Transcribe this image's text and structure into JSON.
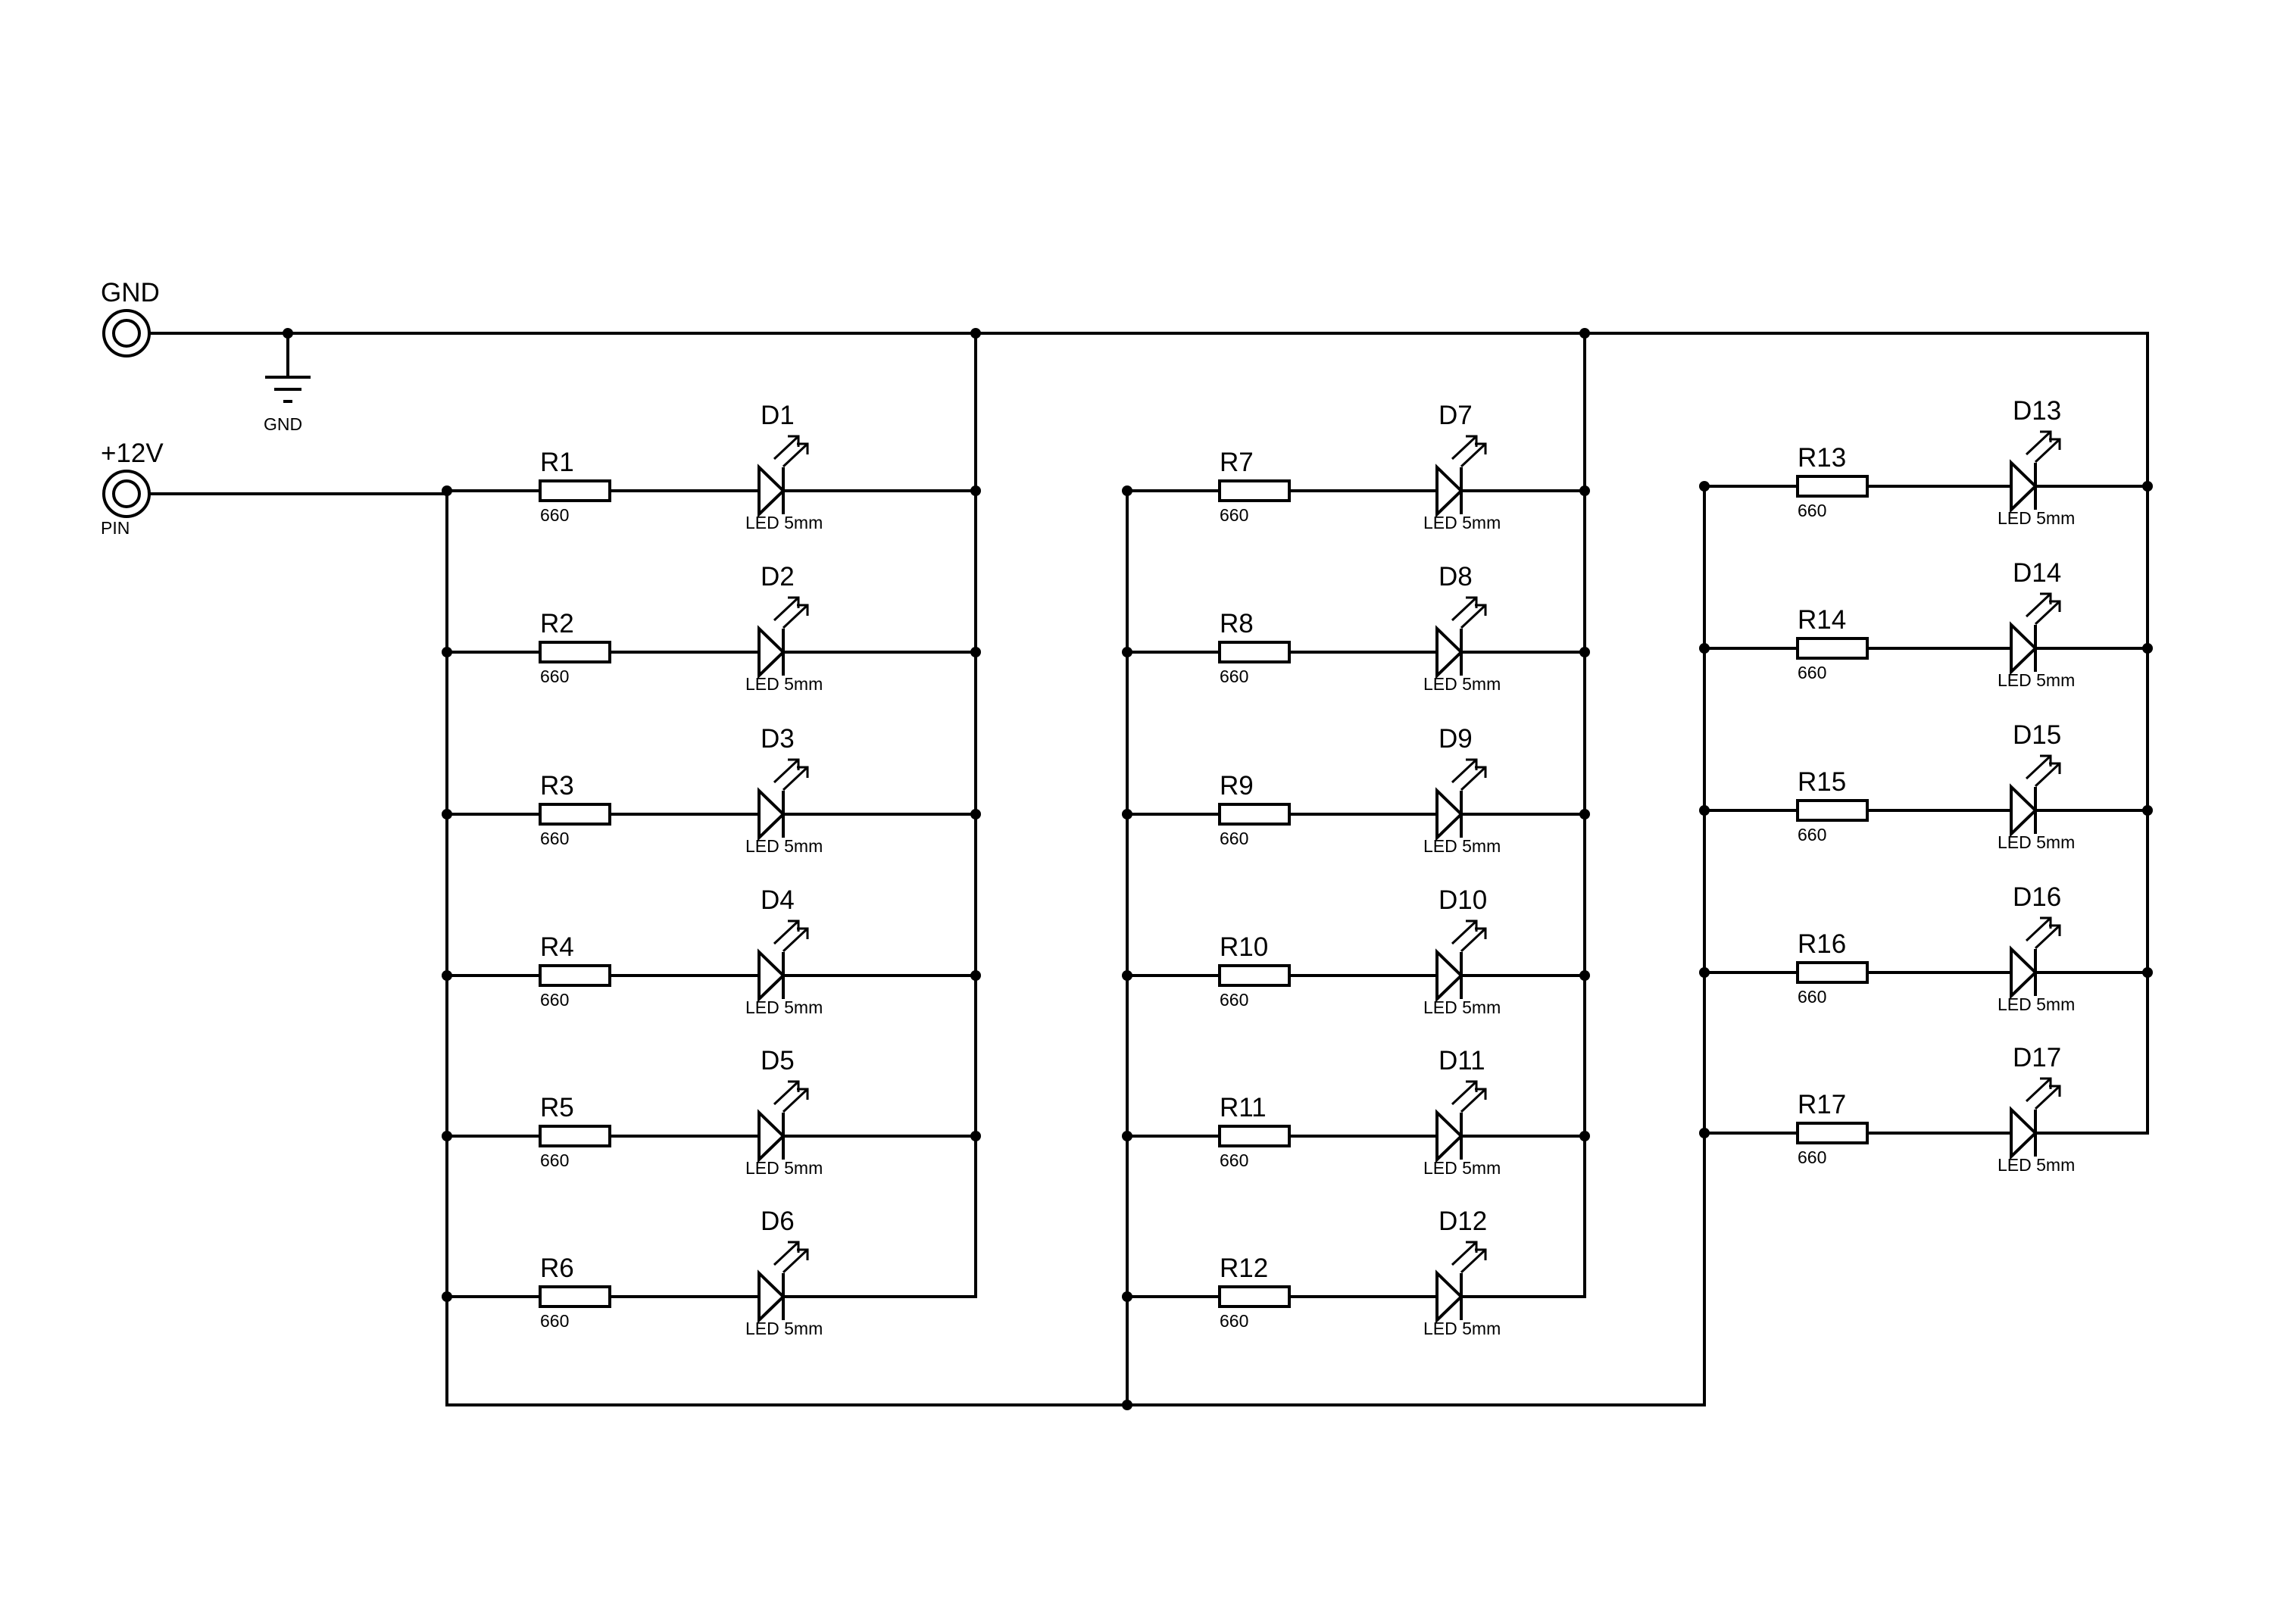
{
  "connectors": {
    "gnd": {
      "name": "GND"
    },
    "power": {
      "name": "+12V",
      "type": "PIN"
    }
  },
  "ground_symbol": {
    "label": "GND"
  },
  "components": [
    {
      "resistor": "R1",
      "r_value": "660",
      "led": "D1",
      "led_value": "LED 5mm"
    },
    {
      "resistor": "R2",
      "r_value": "660",
      "led": "D2",
      "led_value": "LED 5mm"
    },
    {
      "resistor": "R3",
      "r_value": "660",
      "led": "D3",
      "led_value": "LED 5mm"
    },
    {
      "resistor": "R4",
      "r_value": "660",
      "led": "D4",
      "led_value": "LED 5mm"
    },
    {
      "resistor": "R5",
      "r_value": "660",
      "led": "D5",
      "led_value": "LED 5mm"
    },
    {
      "resistor": "R6",
      "r_value": "660",
      "led": "D6",
      "led_value": "LED 5mm"
    },
    {
      "resistor": "R7",
      "r_value": "660",
      "led": "D7",
      "led_value": "LED 5mm"
    },
    {
      "resistor": "R8",
      "r_value": "660",
      "led": "D8",
      "led_value": "LED 5mm"
    },
    {
      "resistor": "R9",
      "r_value": "660",
      "led": "D9",
      "led_value": "LED 5mm"
    },
    {
      "resistor": "R10",
      "r_value": "660",
      "led": "D10",
      "led_value": "LED 5mm"
    },
    {
      "resistor": "R11",
      "r_value": "660",
      "led": "D11",
      "led_value": "LED 5mm"
    },
    {
      "resistor": "R12",
      "r_value": "660",
      "led": "D12",
      "led_value": "LED 5mm"
    },
    {
      "resistor": "R13",
      "r_value": "660",
      "led": "D13",
      "led_value": "LED 5mm"
    },
    {
      "resistor": "R14",
      "r_value": "660",
      "led": "D14",
      "led_value": "LED 5mm"
    },
    {
      "resistor": "R15",
      "r_value": "660",
      "led": "D15",
      "led_value": "LED 5mm"
    },
    {
      "resistor": "R16",
      "r_value": "660",
      "led": "D16",
      "led_value": "LED 5mm"
    },
    {
      "resistor": "R17",
      "r_value": "660",
      "led": "D17",
      "led_value": "LED 5mm"
    }
  ],
  "colors": {
    "line": "#000000",
    "background": "#ffffff"
  }
}
